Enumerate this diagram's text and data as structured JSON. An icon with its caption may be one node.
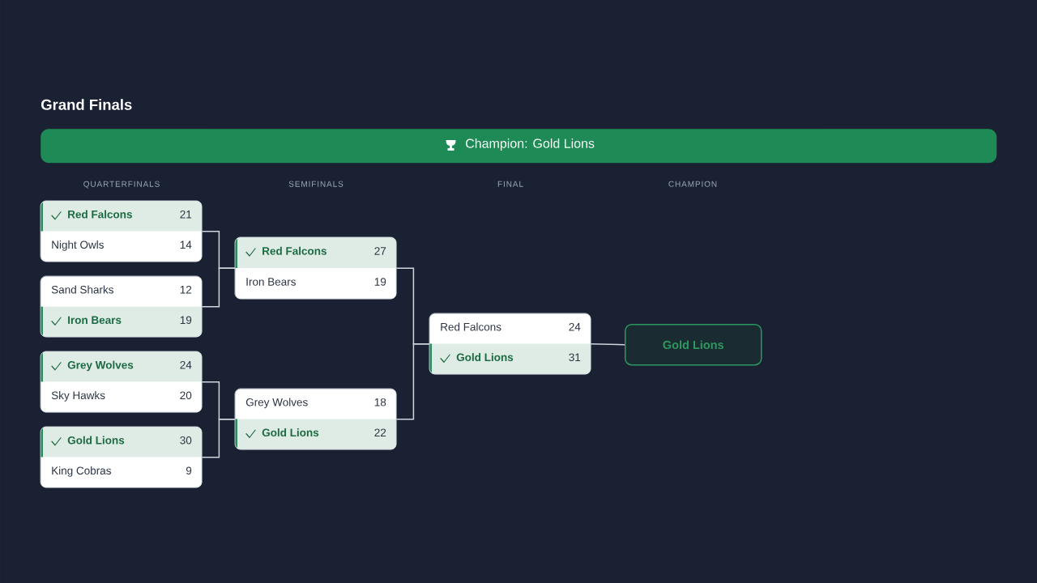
{
  "diagram": {
    "title": "Grand Finals",
    "nodes": [
      {
        "text": [
          "Champion: Gold Lions"
        ]
      },
      {
        "text": [
          "Red Falcons",
          "21",
          "Night Owls",
          "14"
        ]
      },
      {
        "text": [
          "Sand Sharks",
          "12",
          "Iron Bears",
          "19"
        ]
      },
      {
        "text": [
          "Grey Wolves",
          "24",
          "Sky Hawks",
          "20"
        ]
      },
      {
        "text": [
          "Gold Lions",
          "30",
          "King Cobras",
          "9"
        ]
      },
      {
        "text": [
          "Red Falcons",
          "27",
          "Iron Bears",
          "19"
        ]
      },
      {
        "text": [
          "Grey Wolves",
          "18",
          "Gold Lions",
          "22"
        ]
      },
      {
        "text": [
          "Red Falcons",
          "24",
          "Gold Lions",
          "31"
        ]
      },
      {
        "text": [
          "Gold Lions"
        ]
      }
    ],
    "edges": [
      {
        "from": 1,
        "to": 5,
        "arrow": "none"
      },
      {
        "from": 2,
        "to": 5,
        "arrow": "none"
      },
      {
        "from": 3,
        "to": 6,
        "arrow": "none"
      },
      {
        "from": 4,
        "to": 6,
        "arrow": "none"
      },
      {
        "from": 5,
        "to": 7,
        "arrow": "none"
      },
      {
        "from": 6,
        "to": 7,
        "arrow": "none"
      },
      {
        "from": 7,
        "to": 8,
        "arrow": "none"
      }
    ],
    "labels": [
      "QUARTERFINALS",
      "SEMIFINALS",
      "FINAL",
      "CHAMPION"
    ]
  }
}
